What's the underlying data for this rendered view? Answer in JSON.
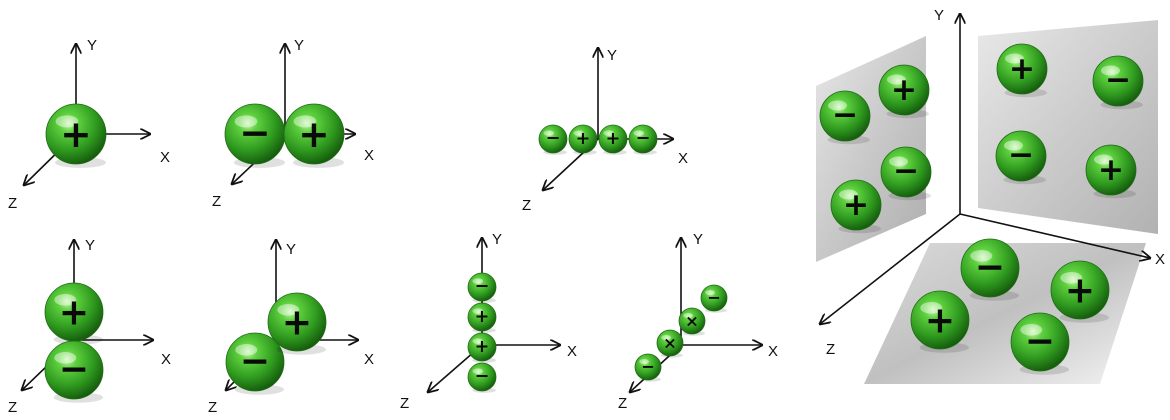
{
  "axis_labels": {
    "x": "X",
    "y": "Y",
    "z": "Z"
  },
  "colors": {
    "charge": "#3fae2a",
    "charge_highlight": "#b9f0a2",
    "charge_shadow": "#145a0e",
    "plane": "#cfcfcf",
    "axis": "#111111"
  },
  "diagrams": [
    {
      "name": "monopole",
      "charges": [
        "+"
      ]
    },
    {
      "name": "dipole-x",
      "charges": [
        "-",
        "+"
      ]
    },
    {
      "name": "dipole-y",
      "charges": [
        "+",
        "-"
      ]
    },
    {
      "name": "dipole-diagonal",
      "charges": [
        "-",
        "+"
      ]
    },
    {
      "name": "linear-quadrupole-x",
      "charges": [
        "-",
        "+",
        "+",
        "-"
      ]
    },
    {
      "name": "linear-quadrupole-y",
      "charges": [
        "-",
        "+",
        "+",
        "-"
      ]
    },
    {
      "name": "linear-quadrupole-diagonal",
      "charges": [
        "-",
        "×",
        "×",
        "-"
      ]
    },
    {
      "name": "planar-quadrupoles",
      "charges": {
        "yz_plane": [
          "+",
          "-",
          "-",
          "+"
        ],
        "xy_plane": [
          "+",
          "-",
          "-",
          "+"
        ],
        "xz_plane": [
          "-",
          "+",
          "+",
          "-"
        ]
      }
    }
  ]
}
